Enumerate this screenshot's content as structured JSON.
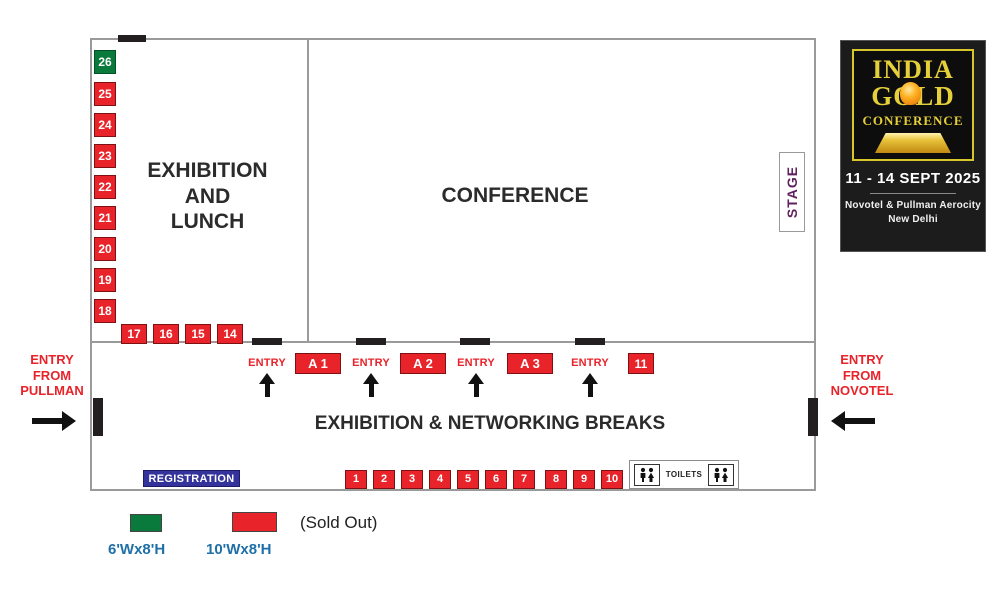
{
  "plan": {
    "halls": {
      "exhibition_lunch": "EXHIBITION\nAND\nLUNCH",
      "exhibition_lunch_lines": [
        "EXHIBITION",
        "AND",
        "LUNCH"
      ],
      "conference": "CONFERENCE",
      "networking": "EXHIBITION & NETWORKING BREAKS",
      "stage": "STAGE"
    },
    "left_column_booths": [
      {
        "label": "26",
        "color": "#0a7a3c",
        "type": "6Wx8H"
      },
      {
        "label": "25",
        "color": "#e8232a",
        "type": "10Wx8H"
      },
      {
        "label": "24",
        "color": "#e8232a",
        "type": "10Wx8H"
      },
      {
        "label": "23",
        "color": "#e8232a",
        "type": "10Wx8H"
      },
      {
        "label": "22",
        "color": "#e8232a",
        "type": "10Wx8H"
      },
      {
        "label": "21",
        "color": "#e8232a",
        "type": "10Wx8H"
      },
      {
        "label": "20",
        "color": "#e8232a",
        "type": "10Wx8H"
      },
      {
        "label": "19",
        "color": "#e8232a",
        "type": "10Wx8H"
      },
      {
        "label": "18",
        "color": "#e8232a",
        "type": "10Wx8H"
      }
    ],
    "upper_row_booths": [
      {
        "label": "17",
        "color": "#e8232a"
      },
      {
        "label": "16",
        "color": "#e8232a"
      },
      {
        "label": "15",
        "color": "#e8232a"
      },
      {
        "label": "14",
        "color": "#e8232a"
      }
    ],
    "middle_row_booths": [
      {
        "label": "A 1",
        "color": "#e8232a"
      },
      {
        "label": "A 2",
        "color": "#e8232a"
      },
      {
        "label": "A 3",
        "color": "#e8232a"
      },
      {
        "label": "11",
        "color": "#e8232a"
      }
    ],
    "middle_row_entries": [
      "ENTRY",
      "ENTRY",
      "ENTRY",
      "ENTRY"
    ],
    "bottom_row_booths": [
      {
        "label": "1",
        "color": "#e8232a"
      },
      {
        "label": "2",
        "color": "#e8232a"
      },
      {
        "label": "3",
        "color": "#e8232a"
      },
      {
        "label": "4",
        "color": "#e8232a"
      },
      {
        "label": "5",
        "color": "#e8232a"
      },
      {
        "label": "6",
        "color": "#e8232a"
      },
      {
        "label": "7",
        "color": "#e8232a"
      },
      {
        "label": "8",
        "color": "#e8232a"
      },
      {
        "label": "9",
        "color": "#e8232a"
      },
      {
        "label": "10",
        "color": "#e8232a"
      }
    ],
    "registration": "REGISTRATION",
    "toilets": "TOILETS",
    "side_entries": {
      "left_lines": [
        "ENTRY",
        "FROM",
        "PULLMAN"
      ],
      "right_lines": [
        "ENTRY",
        "FROM",
        "NOVOTEL"
      ]
    }
  },
  "legend": {
    "green_swatch_color": "#0a7a3c",
    "red_swatch_color": "#e8232a",
    "sold_out": "(Sold Out)",
    "green_size": "6'Wx8'H",
    "red_size": "10'Wx8'H"
  },
  "logo": {
    "line1": "INDIA",
    "line2": "GOLD",
    "line3": "CONFERENCE",
    "date": "11 - 14 SEPT 2025",
    "venue_line1": "Novotel & Pullman Aerocity",
    "venue_line2": "New Delhi",
    "gold_color": "#e5cf3a",
    "background": "#1c1c1c"
  }
}
